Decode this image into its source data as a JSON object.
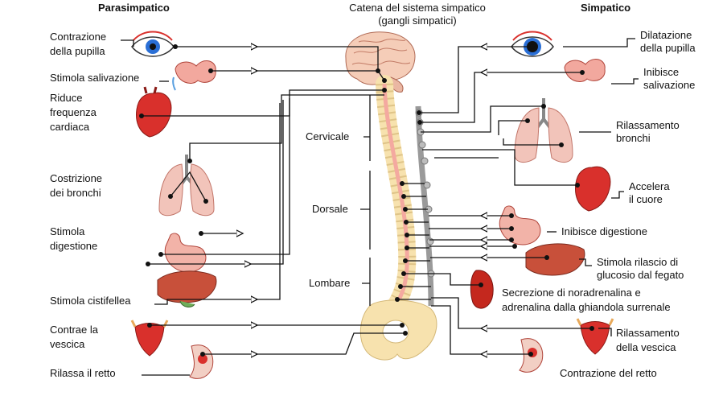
{
  "headers": {
    "parasympathetic": "Parasimpatico",
    "chain_line1": "Catena del sistema simpatico",
    "chain_line2": "(gangli simpatici)",
    "sympathetic": "Simpatico"
  },
  "regions": {
    "cervical": "Cervicale",
    "thoracic": "Dorsale",
    "lumbar": "Lombare"
  },
  "parasympathetic": [
    {
      "lines": [
        "Contrazione",
        "della pupilla"
      ]
    },
    {
      "lines": [
        "Stimola salivazione"
      ]
    },
    {
      "lines": [
        "Riduce",
        "frequenza",
        "cardiaca"
      ]
    },
    {
      "lines": [
        "Costrizione",
        "dei bronchi"
      ]
    },
    {
      "lines": [
        "Stimola",
        "digestione"
      ]
    },
    {
      "lines": [
        "Stimola cistifellea"
      ]
    },
    {
      "lines": [
        "Contrae la",
        "vescica"
      ]
    },
    {
      "lines": [
        "Rilassa il retto"
      ]
    }
  ],
  "sympathetic": [
    {
      "lines": [
        "Dilatazione",
        "della pupilla"
      ]
    },
    {
      "lines": [
        "Inibisce",
        "salivazione"
      ]
    },
    {
      "lines": [
        "Rilassamento",
        "bronchi"
      ]
    },
    {
      "lines": [
        "Accelera",
        "il cuore"
      ]
    },
    {
      "lines": [
        "Inibisce digestione"
      ]
    },
    {
      "lines": [
        "Stimola rilascio di",
        "glucosio dal fegato"
      ]
    },
    {
      "lines": [
        "Secrezione di noradrenalina e",
        "adrenalina dalla ghiandola surrenale"
      ]
    },
    {
      "lines": [
        "Rilassamento",
        "della vescica"
      ]
    },
    {
      "lines": [
        "Contrazione del retto"
      ]
    }
  ],
  "icons": {
    "brain": "brain-icon",
    "eye": "eye-icon",
    "salivary": "salivary-gland-icon",
    "heart": "heart-icon",
    "lungs": "lungs-icon",
    "stomach": "stomach-icon",
    "liver": "liver-icon",
    "kidney": "adrenal-gland-icon",
    "bladder": "bladder-icon",
    "rectum": "rectum-icon"
  },
  "colors": {
    "organ_red": "#d9302c",
    "organ_pink": "#f2b3a8",
    "bone": "#f7e2ae",
    "spinal_cord": "#f4a9a0",
    "chain": "#9a9a9a",
    "liver": "#c8503a",
    "eye_iris": "#2a6fd6"
  }
}
